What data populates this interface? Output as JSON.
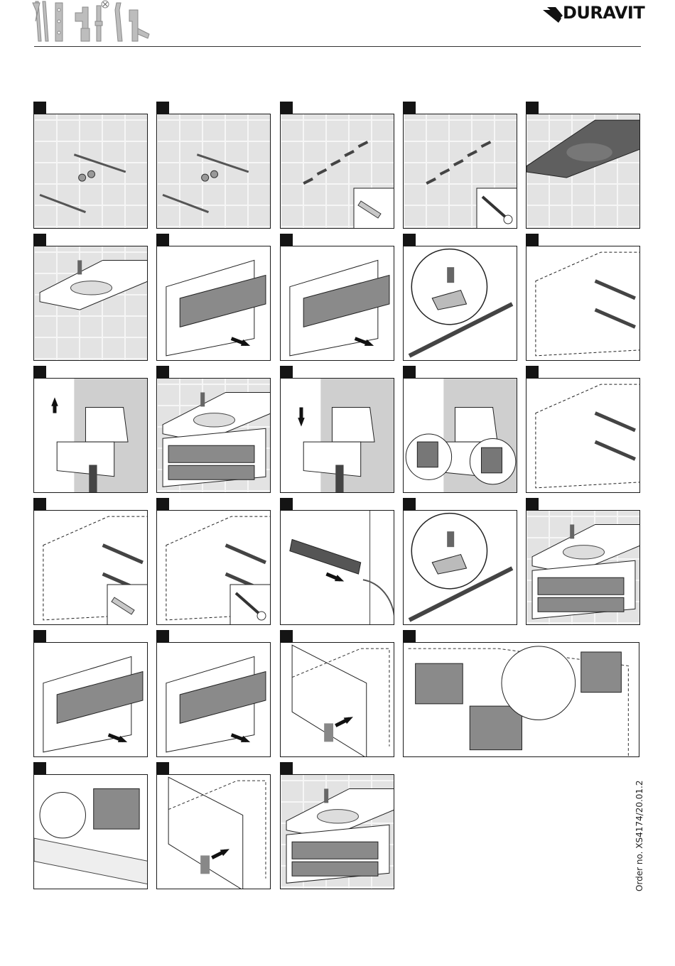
{
  "header": {
    "brand": "DURAVIT",
    "tools_icon": "tools-icon-strip",
    "logo_icon": "duravit-logo-icon"
  },
  "footer": {
    "order_number": "Order no. XS4174/20.01.2"
  },
  "steps": [
    {
      "scene": "wall-tiles-drill-marks"
    },
    {
      "scene": "wall-drilling"
    },
    {
      "scene": "wall-plugs-inserted",
      "inset": "wall-plug-icon"
    },
    {
      "scene": "screws-inserted",
      "inset": "screw-icon"
    },
    {
      "scene": "basin-top-view"
    },
    {
      "scene": "basin-with-tap-and-siphon"
    },
    {
      "scene": "vanity-drawers-open"
    },
    {
      "scene": "drawer-removal"
    },
    {
      "scene": "drawer-clip-release"
    },
    {
      "scene": "cabinet-runners"
    },
    {
      "scene": "bracket-adjust-up"
    },
    {
      "scene": "cabinet-with-basin"
    },
    {
      "scene": "bracket-adjust-down"
    },
    {
      "scene": "bracket-depth-height"
    },
    {
      "scene": "cabinet-pipe-outline"
    },
    {
      "scene": "cabinet-wall-plug",
      "inset": "wall-plug-icon"
    },
    {
      "scene": "cabinet-wall-screw",
      "inset": "screw-icon"
    },
    {
      "scene": "runner-push"
    },
    {
      "scene": "drawer-clip-engage"
    },
    {
      "scene": "vanity-drawers-closed"
    },
    {
      "scene": "drawer-insert"
    },
    {
      "scene": "drawer-runners-out"
    },
    {
      "scene": "side-panel-fix"
    },
    {
      "scene": "front-adjustment"
    },
    {
      "scene": "drawer-front-adjust"
    },
    {
      "scene": "side-panel-detail"
    },
    {
      "scene": "silicone-seal"
    }
  ]
}
